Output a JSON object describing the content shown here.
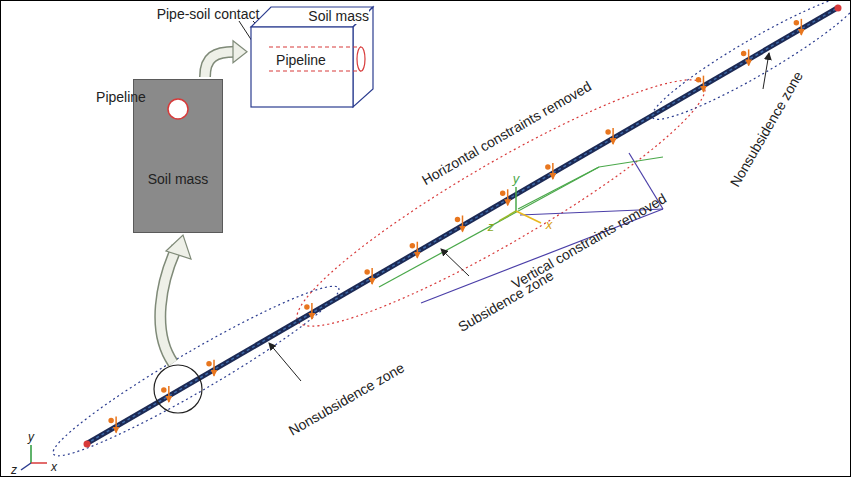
{
  "diagram": {
    "nodes": [
      {
        "text": [
          "Soil mass"
        ]
      },
      {
        "text": [
          "Soil mass"
        ]
      }
    ],
    "edges": [
      {
        "from": 1,
        "to": 0,
        "arrow": "to"
      }
    ],
    "labels": [
      "Pipe-soil contact",
      "Pipeline",
      "Pipeline",
      "Horizontal constraints removed",
      "Vertical constraints removed",
      "Subsidence zone",
      "Nonsubsidence zone",
      "Nonsubsidence zone",
      "y",
      "x",
      "z",
      "y",
      "z",
      "x"
    ]
  }
}
